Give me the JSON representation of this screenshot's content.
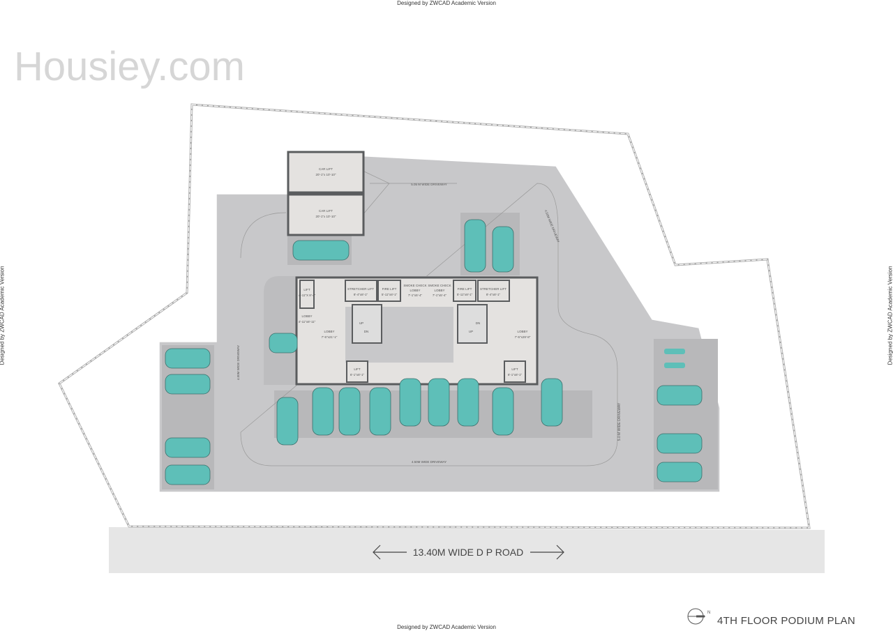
{
  "watermark": {
    "text": "Designed by ZWCAD Academic Version",
    "overlay": "Housiey.com"
  },
  "plan": {
    "title": "4TH FLOOR PODIUM PLAN",
    "north_label": "N",
    "road_label": "13.40M WIDE D P ROAD",
    "driveways": {
      "top": "5.05 M WIDE DRIVEWAY",
      "top_right": "4.50M WIDE DRIVEWAY",
      "left": "4.50M WIDE DRIVEWAY",
      "bottom": "4.50M WIDE DRIVEWAY",
      "right": "5.0 M WIDE DRIVEWAY"
    },
    "rooms": {
      "car_lift": "CAR LIFT",
      "car_lift_size": "20'-1\"x 10'-10\"",
      "lift_left": "LIFT",
      "lift_left_size": "4'-11\"X 8'-4\"",
      "lobby_small": "LOBBY",
      "lobby_small_size": "4'-11\"x8'-11\"",
      "lobby_left": "LOBBY",
      "lobby_left_size": "7'-5\"x21'-1\"",
      "lobby_right": "LOBBY",
      "lobby_right_size": "7'-5\"x29'-8\"",
      "stretcher_lift": "STRETCHER LIFT",
      "stretcher_lift_size": "8'-4\"x8'-1\"",
      "fire_lift": "FIRE LIFT",
      "fire_lift_size": "5'-11\"x8'-1\"",
      "smoke_check": "SMOKE CHECK",
      "smoke_check_lobby": "LOBBY",
      "smoke_check_size": "7'-1\"x5'-4\"",
      "lift_bottom": "LIFT",
      "lift_bottom_size": "6'-1\"x8'-1\"",
      "up": "UP",
      "dn": "DN"
    }
  },
  "colors": {
    "podium": "#c8c8ca",
    "parking_bay": "#b8b8ba",
    "wall": "#5a5c5e",
    "room_fill": "#e4e2e0",
    "car": "#5ebfb8",
    "road": "#e6e6e6"
  }
}
